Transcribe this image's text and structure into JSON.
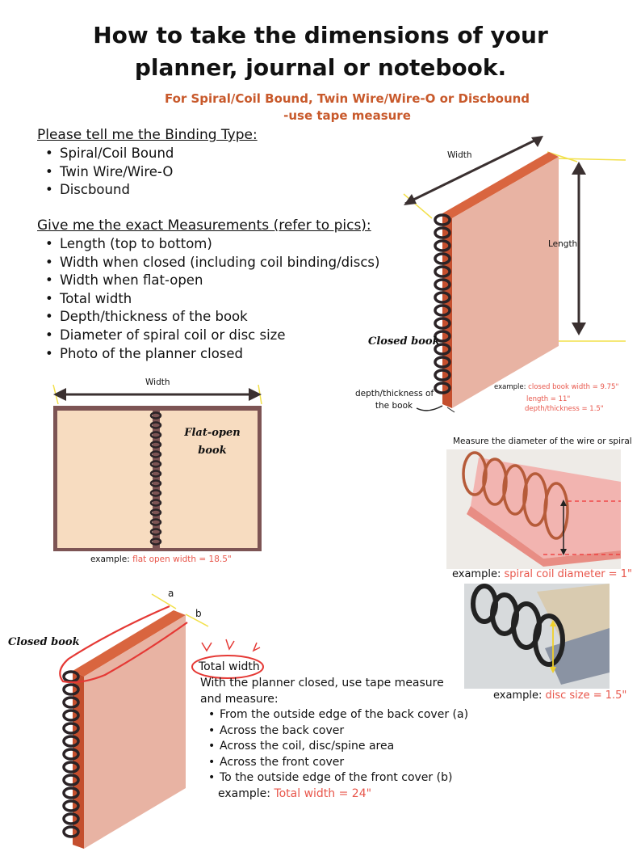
{
  "title": {
    "line1": "How to take the dimensions of your",
    "line2": "planner, journal or notebook."
  },
  "subtitle": {
    "line1": "For Spiral/Coil Bound, Twin Wire/Wire-O or Discbound",
    "line2": "-use tape measure"
  },
  "binding": {
    "heading": "Please tell me the Binding Type:",
    "items": [
      "Spiral/Coil Bound",
      "Twin Wire/Wire-O",
      "Discbound"
    ]
  },
  "measurements": {
    "heading": "Give me the exact Measurements (refer to pics):",
    "items": [
      "Length (top to bottom)",
      "Width when closed (including coil binding/discs)",
      "Width when flat-open",
      "Total width",
      "Depth/thickness of the book",
      "Diameter of spiral coil or disc size",
      "Photo of the planner closed"
    ]
  },
  "closed_diagram": {
    "width_label": "Width",
    "length_label": "Length",
    "closed_label": "Closed book",
    "depth_line1": "depth/thickness of",
    "depth_line2": "the book",
    "ex_prefix": "example: ",
    "ex_width": "closed book width = 9.75\"",
    "ex_length": "length = 11\"",
    "ex_depth": "depth/thickness = 1.5\""
  },
  "flat_diagram": {
    "width_label": "Width",
    "label_line1": "Flat-open",
    "label_line2": "book",
    "ex_prefix": "example: ",
    "ex_value": "flat open width = 18.5\""
  },
  "spiral_photo": {
    "caption": "Measure the diameter of the wire or spiral",
    "ex_prefix": "example: ",
    "ex_value": "spiral coil diameter = 1\""
  },
  "disc_photo": {
    "ex_prefix": "example: ",
    "ex_value": "disc size = 1.5\""
  },
  "total_width": {
    "label_a": "a",
    "label_b": "b",
    "closed_label": "Closed book",
    "heading": "Total width",
    "intro": "With the planner closed, use tape measure and measure:",
    "items": [
      "From the outside edge of the back cover (a)",
      "Across the back cover",
      "Across the coil, disc/spine area",
      "Across the front cover",
      "To the outside edge of the front cover (b)"
    ],
    "ex_prefix": "example: ",
    "ex_value": "Total width = 24\""
  },
  "colors": {
    "accent_orange": "#c8592b",
    "example_red": "#e8564b",
    "cover_pink": "#e8b3a3",
    "page_edge": "#d9653f",
    "flat_page": "#f7dcc0",
    "flat_frame": "#7d5454",
    "coil": "#2b2326"
  }
}
